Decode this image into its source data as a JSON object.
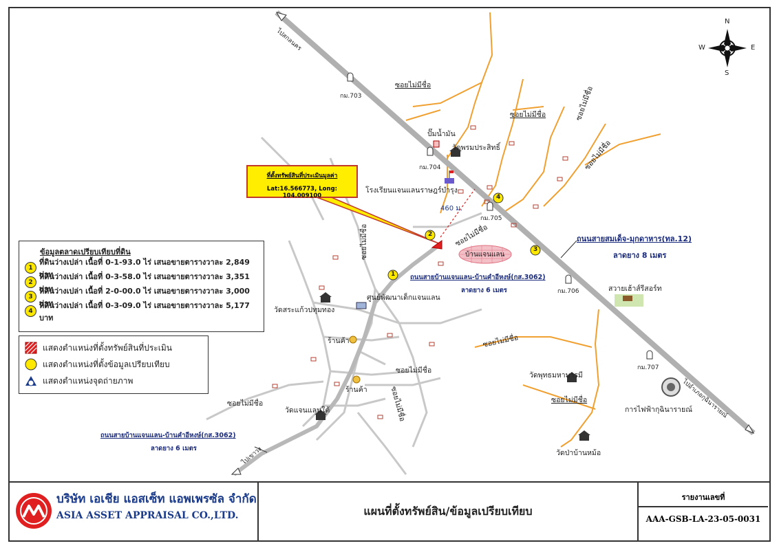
{
  "compass": {
    "n": "N",
    "s": "S",
    "e": "E",
    "w": "W"
  },
  "callout": {
    "title": "ที่ตั้งทรัพย์สินที่ประเมินมูลค่า",
    "coords": "Lat:16.566773,   Long: 104.009100"
  },
  "distance_label": "460 ม.",
  "market_legend": {
    "title": "ข้อมูลตลาดเปรียบเทียบที่ดิน",
    "items": [
      {
        "num": "1",
        "text": "ที่ดินว่างเปล่า เนื้อที่ 0-1-93.0 ไร่ เสนอขายตารางวาละ 2,849 บาท"
      },
      {
        "num": "2",
        "text": "ที่ดินว่างเปล่า เนื้อที่ 0-3-58.0 ไร่ เสนอขายตารางวาละ 3,351 บาท"
      },
      {
        "num": "3",
        "text": "ที่ดินว่างเปล่า เนื้อที่ 2-0-00.0 ไร่ เสนอขายตารางวาละ 3,000 บาท"
      },
      {
        "num": "4",
        "text": "ที่ดินว่างเปล่า เนื้อที่ 0-3-09.0 ไร่ เสนอขายตารางวาละ 5,177 บาท"
      }
    ]
  },
  "symbol_legend": {
    "subject": "แสดงตำแหน่งที่ตั้งทรัพย์สินที่ประเมิน",
    "comparable": "แสดงตำแหน่งที่ตั้งข้อมูลเปรียบเทียบ",
    "photo": "แสดงตำแหน่งจุดถ่ายภาพ"
  },
  "map_labels": {
    "km703": "กม.703",
    "km704": "กม.704",
    "km705": "กม.705",
    "km706": "กม.706",
    "km707": "กม.707",
    "to_north": "ไปสกลนคร",
    "to_south": "ไปอำเภอกุฉินารายณ์",
    "to_sw": "ไปเขาวง",
    "soi1": "ซอยไม่มีชื่อ",
    "soi2": "ซอยไม่มีชื่อ",
    "soi3": "ซอยไม่มีชื่อ",
    "soi4": "ซอยไม่มีชื่อ",
    "soi5": "ซอยไม่มีชื่อ",
    "soi6": "ซอยไม่มีชื่อ",
    "soi7": "ซอยไม่มีชื่อ",
    "soi8": "ซอยไม่มีชื่อ",
    "soi9": "ซอยไม่มีชื่อ",
    "soi10": "ซอยไม่มีชื่อ",
    "soi11": "ซอยไม่มีชื่อ",
    "gas": "ปั๊มน้ำมัน",
    "temple_phrom": "วัดพรมประสิทธิ์",
    "school": "โรงเรียนแจนแลนราษฎร์บำรุง",
    "village": "บ้านแจนแลน",
    "child_center": "ศูนย์พัฒนาเด็กแจนแลน",
    "temple_srakaew": "วัดสระแก้วปทุมทอง",
    "shop1": "ร้านค้า",
    "shop2": "ร้านค้า",
    "temple_jantai": "วัดแจนแลนใต้",
    "swai_resort": "สวายเฮ้าส์รีสอร์ท",
    "temple_phuttho": "วัดพุทธมหาบารมี",
    "pea": "การไฟฟ้ากุฉินารายณ์",
    "temple_pa": "วัดป่าบ้านหม้อ",
    "hwy12_name": "ถนนสายสมเด็จ-มุกดาหาร(ทล.12)",
    "hwy12_surface": "ลาดยาง 8 เมตร",
    "r3062_name": "ถนนสายบ้านแจนแลน-บ้านคำอีหงษ์(กส.3062)",
    "r3062_surface": "ลาดยาง 6 เมตร",
    "r3062b_name": "ถนนสายบ้านแจนแลน-บ้านคำอีหงษ์(กส.3062)",
    "r3062b_surface": "ลาดยาง 6 เมตร",
    "m1": "1",
    "m2": "2",
    "m3": "3",
    "m4": "4"
  },
  "footer": {
    "company_th": "บริษัท เอเชีย แอสเซ็ท แอพเพรซัล จำกัด",
    "company_en": "ASIA ASSET APPRAISAL CO.,LTD.",
    "doc_title": "แผนที่ตั้งทรัพย์สิน/ข้อมูลเปรียบเทียบ",
    "report_label": "รายงานเลขที่",
    "report_no": "AAA-GSB-LA-23-05-0031"
  },
  "colors": {
    "highway": "#b0b0b0",
    "local": "#f0a030",
    "minor": "#c8c8c8",
    "callout": "#ffee00",
    "comparable": "#ffe800",
    "subject": "#e02020",
    "brand": "#1a3a8a"
  }
}
